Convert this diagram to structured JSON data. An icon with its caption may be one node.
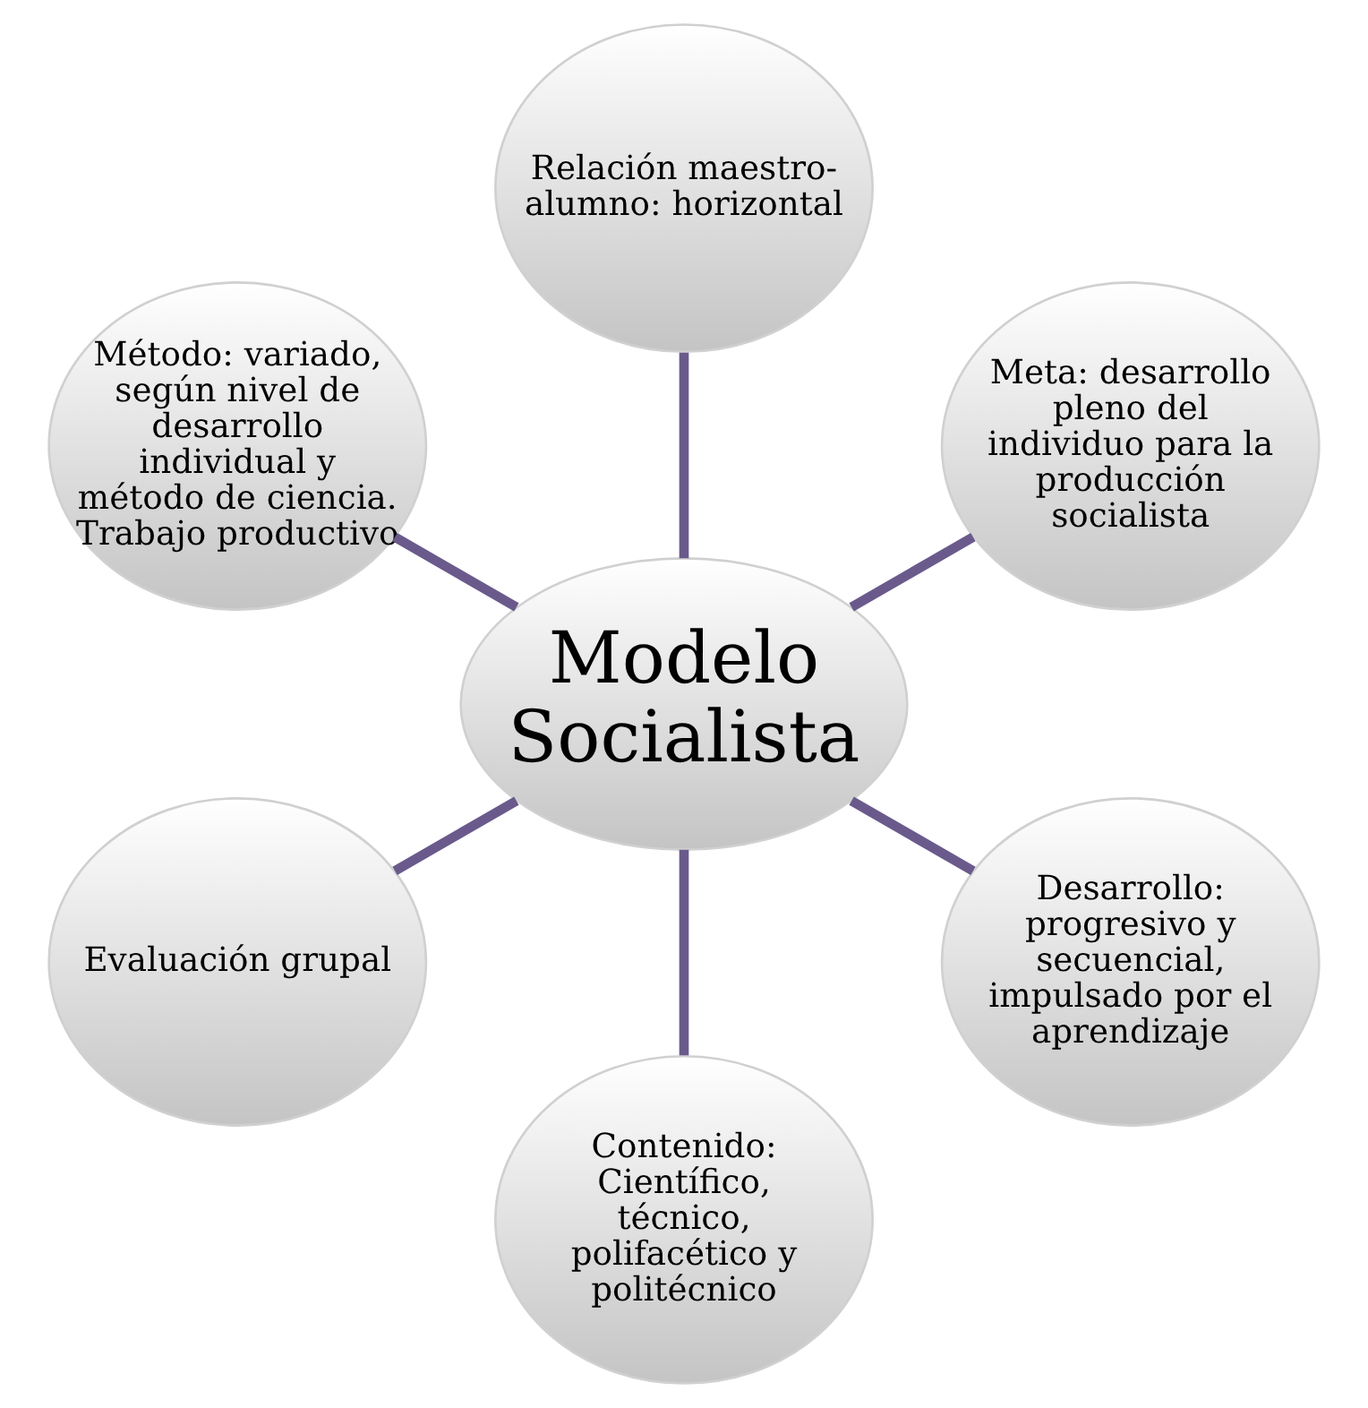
{
  "diagram": {
    "nodes": [
      {
        "text": [
          "Modelo Socialista"
        ]
      },
      {
        "text": [
          "Meta: desarrollo pleno del individuo para la producción socialista"
        ]
      },
      {
        "text": [
          "Relación maestro-alumno: horizontal"
        ]
      },
      {
        "text": [
          "Método: variado, según nivel de desarrollo individual y método de ciencia. Trabajo productivo"
        ]
      },
      {
        "text": [
          "Evaluación grupal"
        ]
      },
      {
        "text": [
          "Contenido: Científico, técnico, polifacético y politécnico"
        ]
      },
      {
        "text": [
          "Desarrollo: progresivo y secuencial, impulsado por el aprendizaje"
        ]
      }
    ],
    "edges": [
      {
        "from": 0,
        "to": 1,
        "arrow": "none",
        "color": "#6a5a8c"
      },
      {
        "from": 0,
        "to": 2,
        "arrow": "none",
        "color": "#6a5a8c"
      },
      {
        "from": 0,
        "to": 3,
        "arrow": "none",
        "color": "#6a5a8c"
      },
      {
        "from": 0,
        "to": 4,
        "arrow": "none",
        "color": "#6a5a8c"
      },
      {
        "from": 0,
        "to": 5,
        "arrow": "none",
        "color": "#6a5a8c"
      },
      {
        "from": 0,
        "to": 6,
        "arrow": "none",
        "color": "#6a5a8c"
      }
    ]
  }
}
